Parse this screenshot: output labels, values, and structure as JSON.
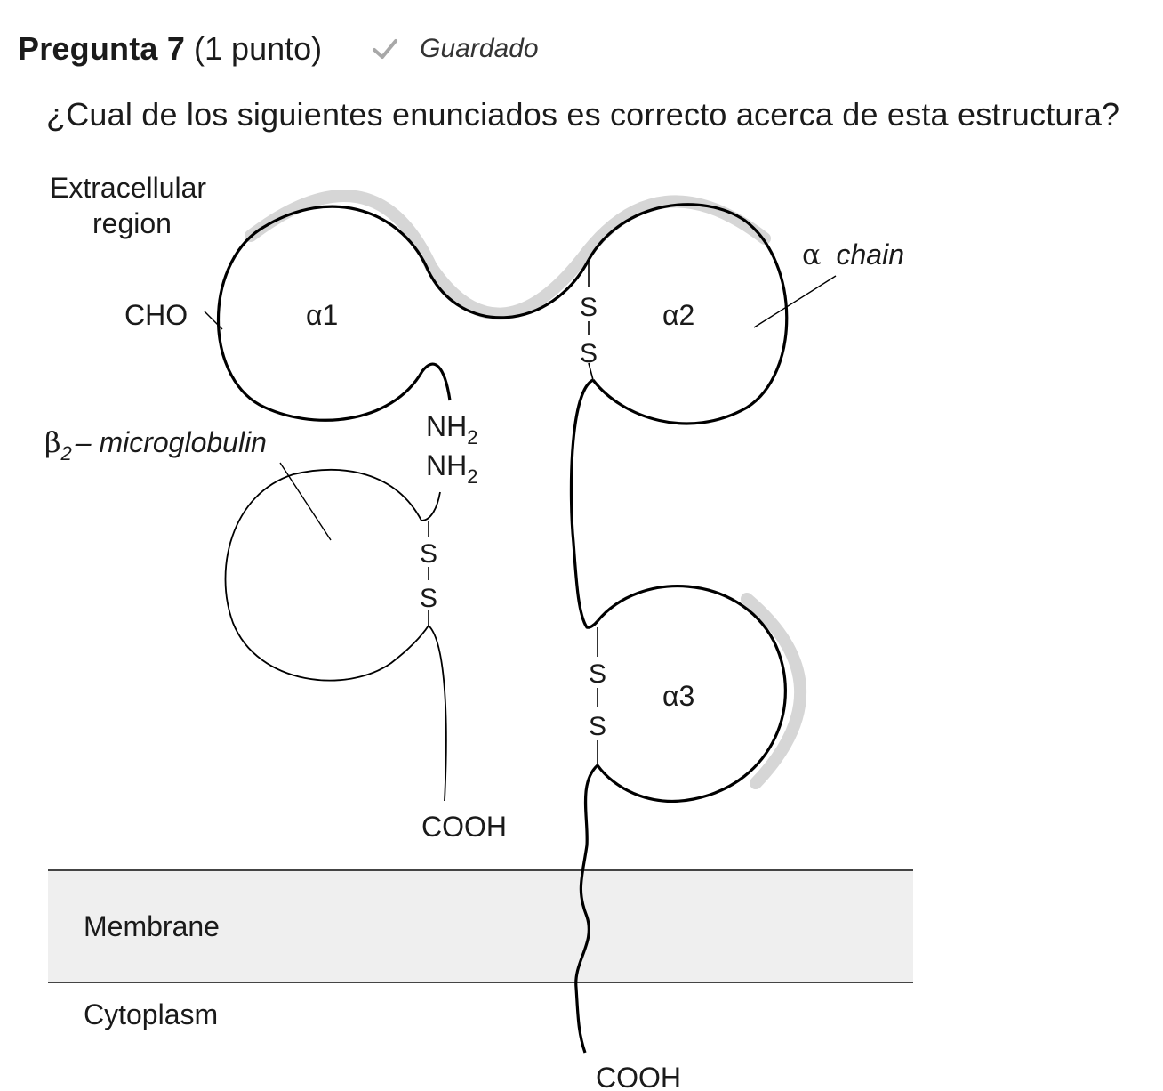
{
  "question": {
    "title": "Pregunta 7",
    "points": "(1 punto)",
    "status": "Guardado",
    "text": "¿Cual de los siguientes enunciados es correcto acerca de esta estructura?"
  },
  "figure": {
    "extracellular_1": "Extracellular",
    "extracellular_2": "region",
    "cho": "CHO",
    "alpha_chain_symbol": "α",
    "alpha_chain_word": "chain",
    "alpha1": "α1",
    "alpha2": "α2",
    "alpha3": "α3",
    "b2_symbol": "β",
    "b2_sub": "2",
    "b2_word": "– microglobulin",
    "nh": "NH",
    "nh_sub": "2",
    "s": "S",
    "cooh": "COOH",
    "membrane": "Membrane",
    "cytoplasm": "Cytoplasm"
  }
}
